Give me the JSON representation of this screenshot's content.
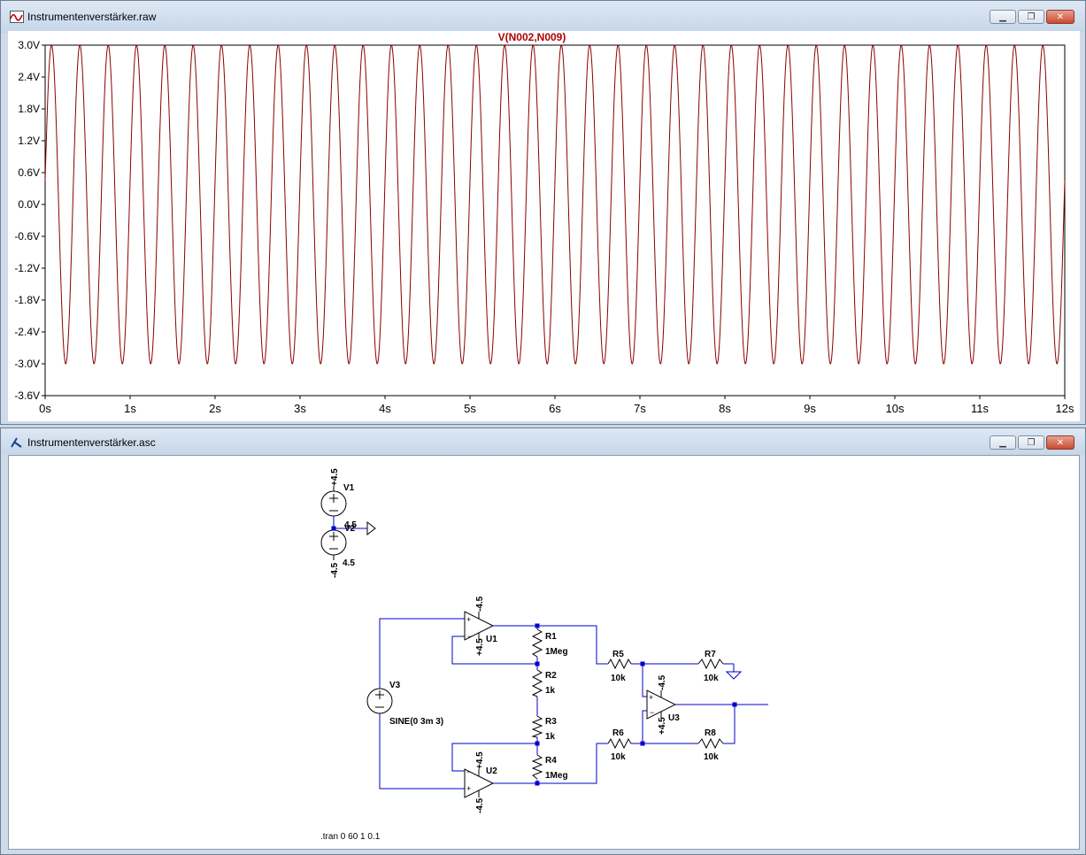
{
  "waveform_window": {
    "title": "Instrumentenverstärker.raw",
    "icon": "waveform-icon",
    "controls": {
      "minimize": "minimize-icon",
      "maximize": "maximize-icon",
      "close": "close-icon"
    }
  },
  "schematic_window": {
    "title": "Instrumentenverstärker.asc",
    "icon": "ltspice-icon",
    "controls": {
      "minimize": "minimize-icon",
      "maximize": "maximize-icon",
      "close": "close-icon"
    }
  },
  "colors": {
    "trace": "#8b0000",
    "wire": "#0000cd",
    "component": "#000000",
    "trace_label": "#b00000"
  },
  "chart_data": {
    "type": "line",
    "title": "V(N002,N009)",
    "series": [
      {
        "name": "V(N002,N009)",
        "function": "sine",
        "amplitude": 3.0,
        "offset": 0.0,
        "cycles_visible": 36,
        "phase_start_value": 0.45
      }
    ],
    "ylim": [
      -3.6,
      3.0
    ],
    "xlim": [
      0,
      12
    ],
    "y_ticks": [
      "3.0V",
      "2.4V",
      "1.8V",
      "1.2V",
      "0.6V",
      "0.0V",
      "-0.6V",
      "-1.2V",
      "-1.8V",
      "-2.4V",
      "-3.0V",
      "-3.6V"
    ],
    "x_ticks": [
      "0s",
      "1s",
      "2s",
      "3s",
      "4s",
      "5s",
      "6s",
      "7s",
      "8s",
      "9s",
      "10s",
      "11s",
      "12s"
    ],
    "grid": false
  },
  "schematic": {
    "v1": {
      "name": "V1",
      "value": "4.5",
      "plus_label": "+4.5"
    },
    "v2": {
      "name": "V2",
      "value": "4.5",
      "minus_label": "-4.5"
    },
    "v3": {
      "name": "V3",
      "value": "SINE(0 3m 3)"
    },
    "u1": {
      "name": "U1",
      "top_label": "-4.5",
      "bottom_label": "+4.5"
    },
    "u2": {
      "name": "U2",
      "top_label": "+4.5",
      "bottom_label": "-4.5"
    },
    "u3": {
      "name": "U3",
      "top_label": "-4.5",
      "bottom_label": "+4.5"
    },
    "r1": {
      "name": "R1",
      "value": "1Meg"
    },
    "r2": {
      "name": "R2",
      "value": "1k"
    },
    "r3": {
      "name": "R3",
      "value": "1k"
    },
    "r4": {
      "name": "R4",
      "value": "1Meg"
    },
    "r5": {
      "name": "R5",
      "value": "10k"
    },
    "r6": {
      "name": "R6",
      "value": "10k"
    },
    "r7": {
      "name": "R7",
      "value": "10k"
    },
    "r8": {
      "name": "R8",
      "value": "10k"
    },
    "directive": ".tran 0 60 1 0.1"
  }
}
